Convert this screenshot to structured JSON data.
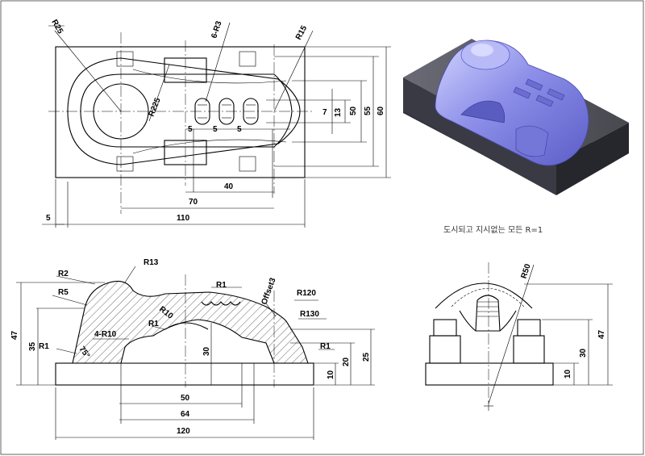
{
  "note": "도시되고 지시없는 모든 R=1",
  "top_view": {
    "r25": "R25",
    "r225": "R225",
    "r3": "6-R3",
    "r15": "R15",
    "d7": "7",
    "d13": "13",
    "d50": "50",
    "d55": "55",
    "d60": "60",
    "d5a": "5",
    "d5b": "5",
    "d5c": "5",
    "d40": "40",
    "d70": "70",
    "d110": "110",
    "d5l": "5"
  },
  "front_view": {
    "r13": "R13",
    "r2": "R2",
    "r5": "R5",
    "r1a": "R1",
    "r10": "R10",
    "r1b": "R1",
    "offset": "Offset3",
    "r120": "R120",
    "r130": "R130",
    "r10x4": "4-R10",
    "r1c": "R1",
    "a75": "75°",
    "r1d": "R1",
    "d47": "47",
    "d35": "35",
    "d30": "30",
    "d20": "20",
    "d25": "25",
    "d10": "10",
    "d50": "50",
    "d64": "64",
    "d120": "120"
  },
  "side_view": {
    "r50": "R50",
    "d47": "47",
    "d30": "30",
    "d10": "10"
  },
  "colors": {
    "model_face": "#8c8ee8",
    "model_highlight": "#c8cafc",
    "base_dark": "#3a3a44"
  }
}
